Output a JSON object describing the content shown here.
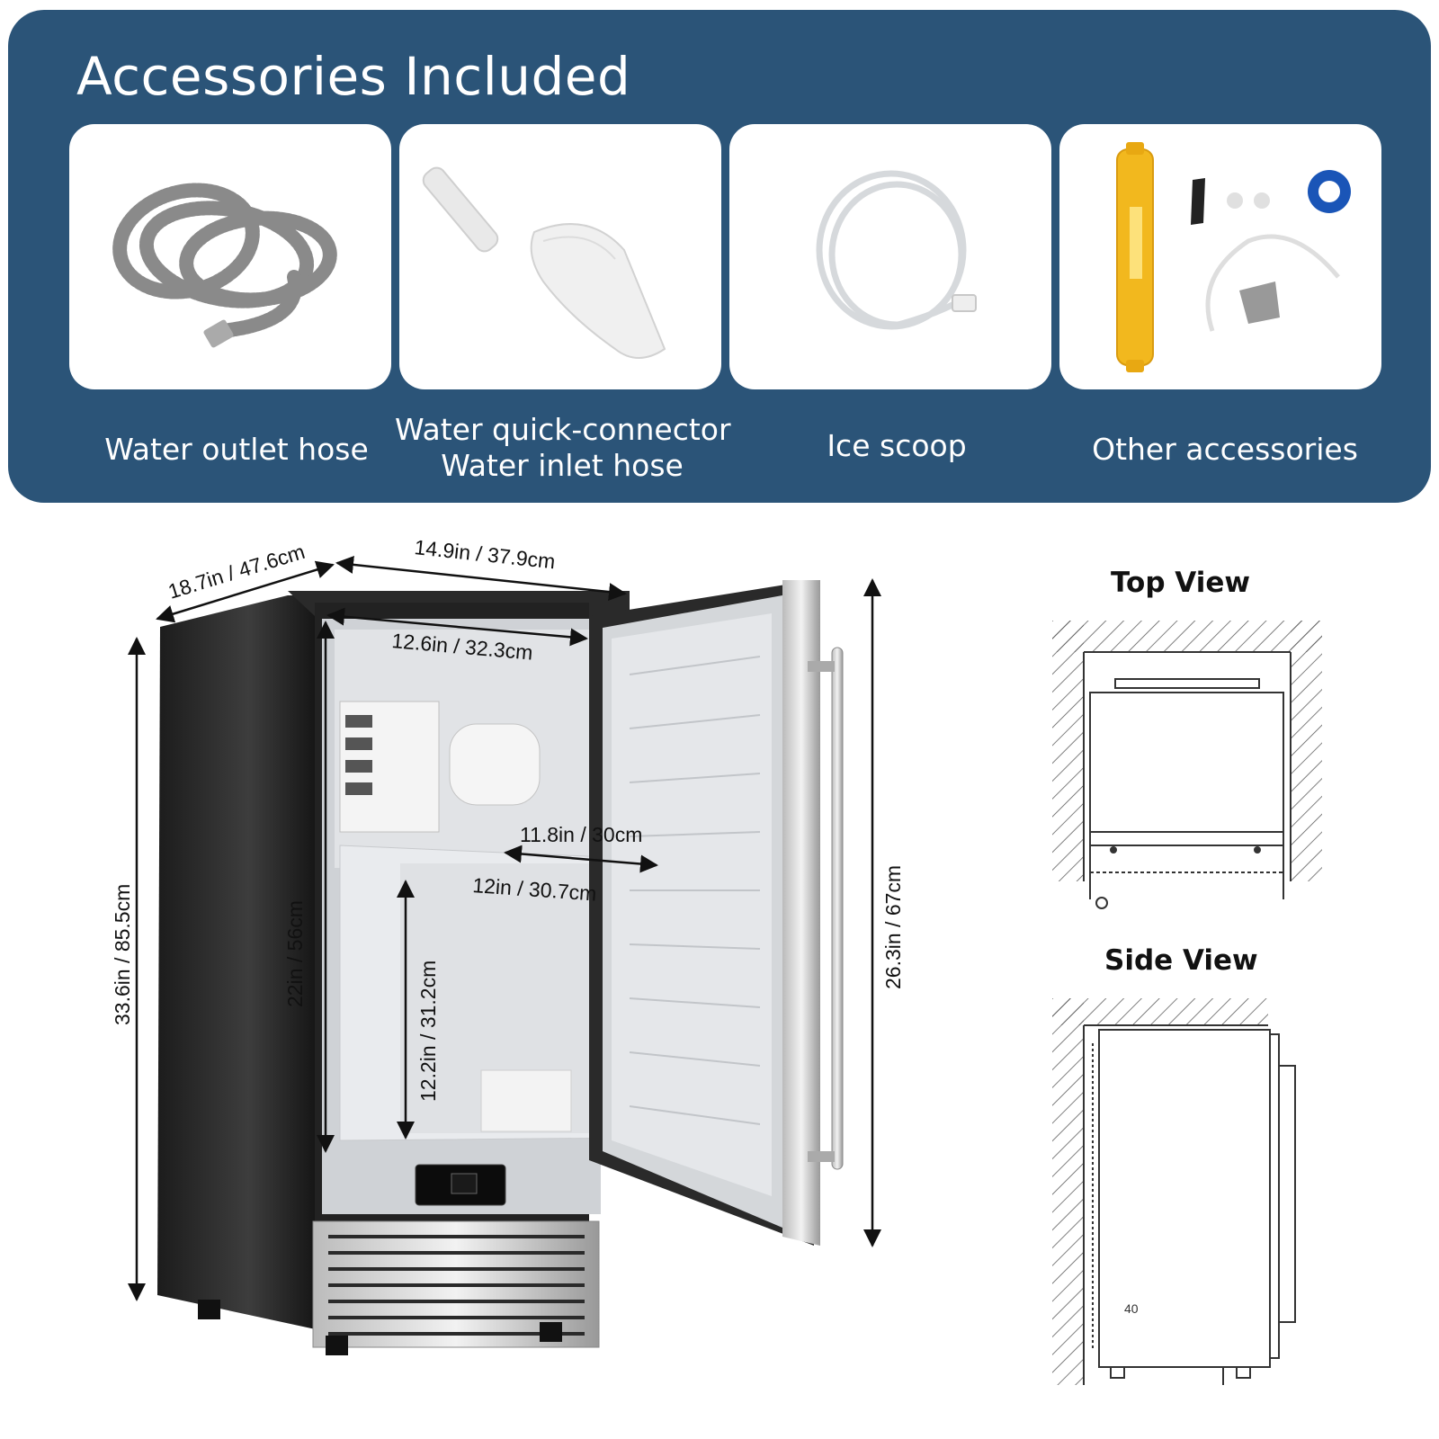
{
  "accessories": {
    "title": "Accessories Included",
    "items": [
      {
        "caption": "Water outlet hose"
      },
      {
        "caption": "Water quick-connector\nWater inlet hose"
      },
      {
        "caption": "Ice scoop"
      },
      {
        "caption": "Other accessories"
      }
    ]
  },
  "dimensions": {
    "depth": "18.7in / 47.6cm",
    "width": "14.9in / 37.9cm",
    "inner_width": "12.6in / 32.3cm",
    "basket_depth": "11.8in / 30cm",
    "basket_width": "12in / 30.7cm",
    "height": "33.6in / 85.5cm",
    "inner_height": "22in / 56cm",
    "basket_height": "12.2in / 31.2cm",
    "door_height": "26.3in / 67cm"
  },
  "views": {
    "top_view_title": "Top View",
    "side_view_title": "Side View",
    "side_view_note": "40"
  }
}
